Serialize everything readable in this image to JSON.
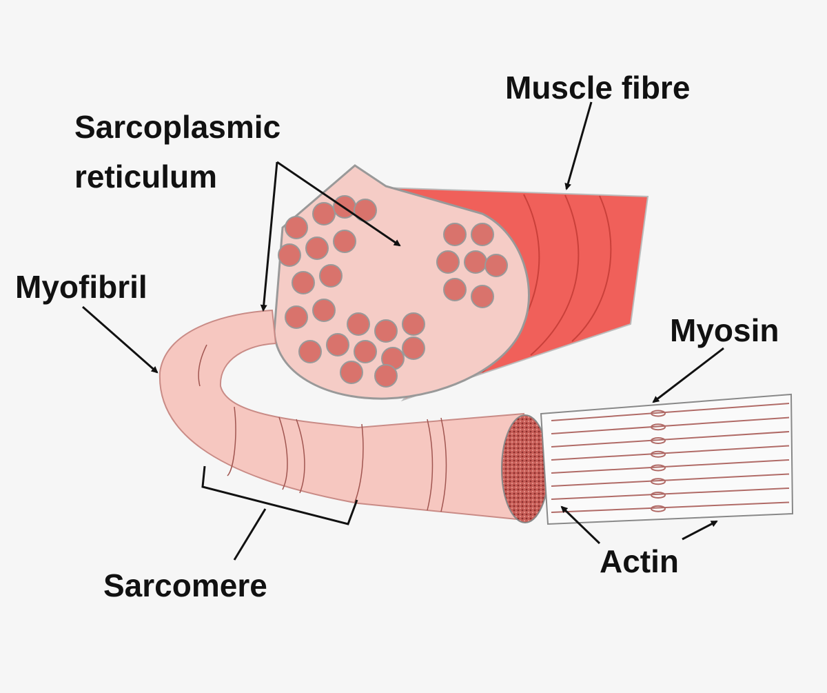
{
  "diagram": {
    "labels": {
      "muscle_fibre": "Muscle fibre",
      "sarcoplasmic_1": "Sarcoplasmic",
      "sarcoplasmic_2": "reticulum",
      "myofibril": "Myofibril",
      "myosin": "Myosin",
      "actin": "Actin",
      "sarcomere": "Sarcomere"
    },
    "colors": {
      "background": "#f6f6f6",
      "fibre_red": "#f0605a",
      "pink": "#f6c7c0",
      "fibril_dot": "#d9736c",
      "stipple": "#a8423f"
    }
  }
}
